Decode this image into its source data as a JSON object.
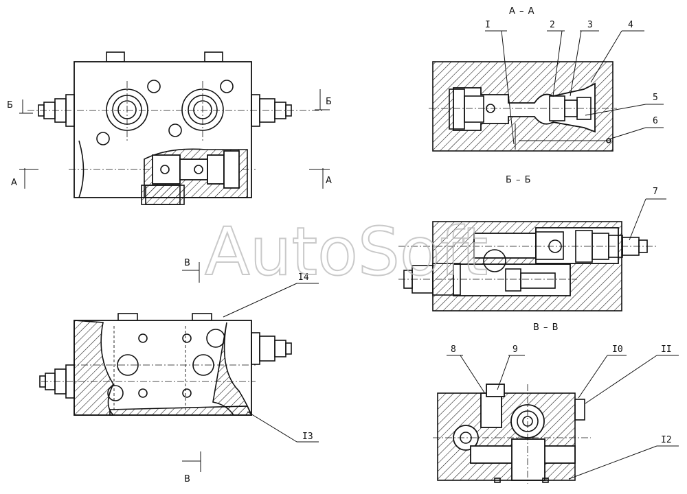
{
  "watermark": "AutoSoft",
  "section_titles": {
    "aa": "А – А",
    "bb": "Б – Б",
    "vv": "В – В"
  },
  "cut_marks": {
    "b_left": "Б",
    "b_right": "Б",
    "a_left": "А",
    "a_right": "А",
    "v_top": "В",
    "v_bottom": "В"
  },
  "callouts": {
    "c1": "I",
    "c2": "2",
    "c3": "3",
    "c4": "4",
    "c5": "5",
    "c6": "6",
    "c7": "7",
    "c8": "8",
    "c9": "9",
    "c10": "I0",
    "c11": "II",
    "c12": "I2",
    "c13": "I3",
    "c14": "I4"
  }
}
